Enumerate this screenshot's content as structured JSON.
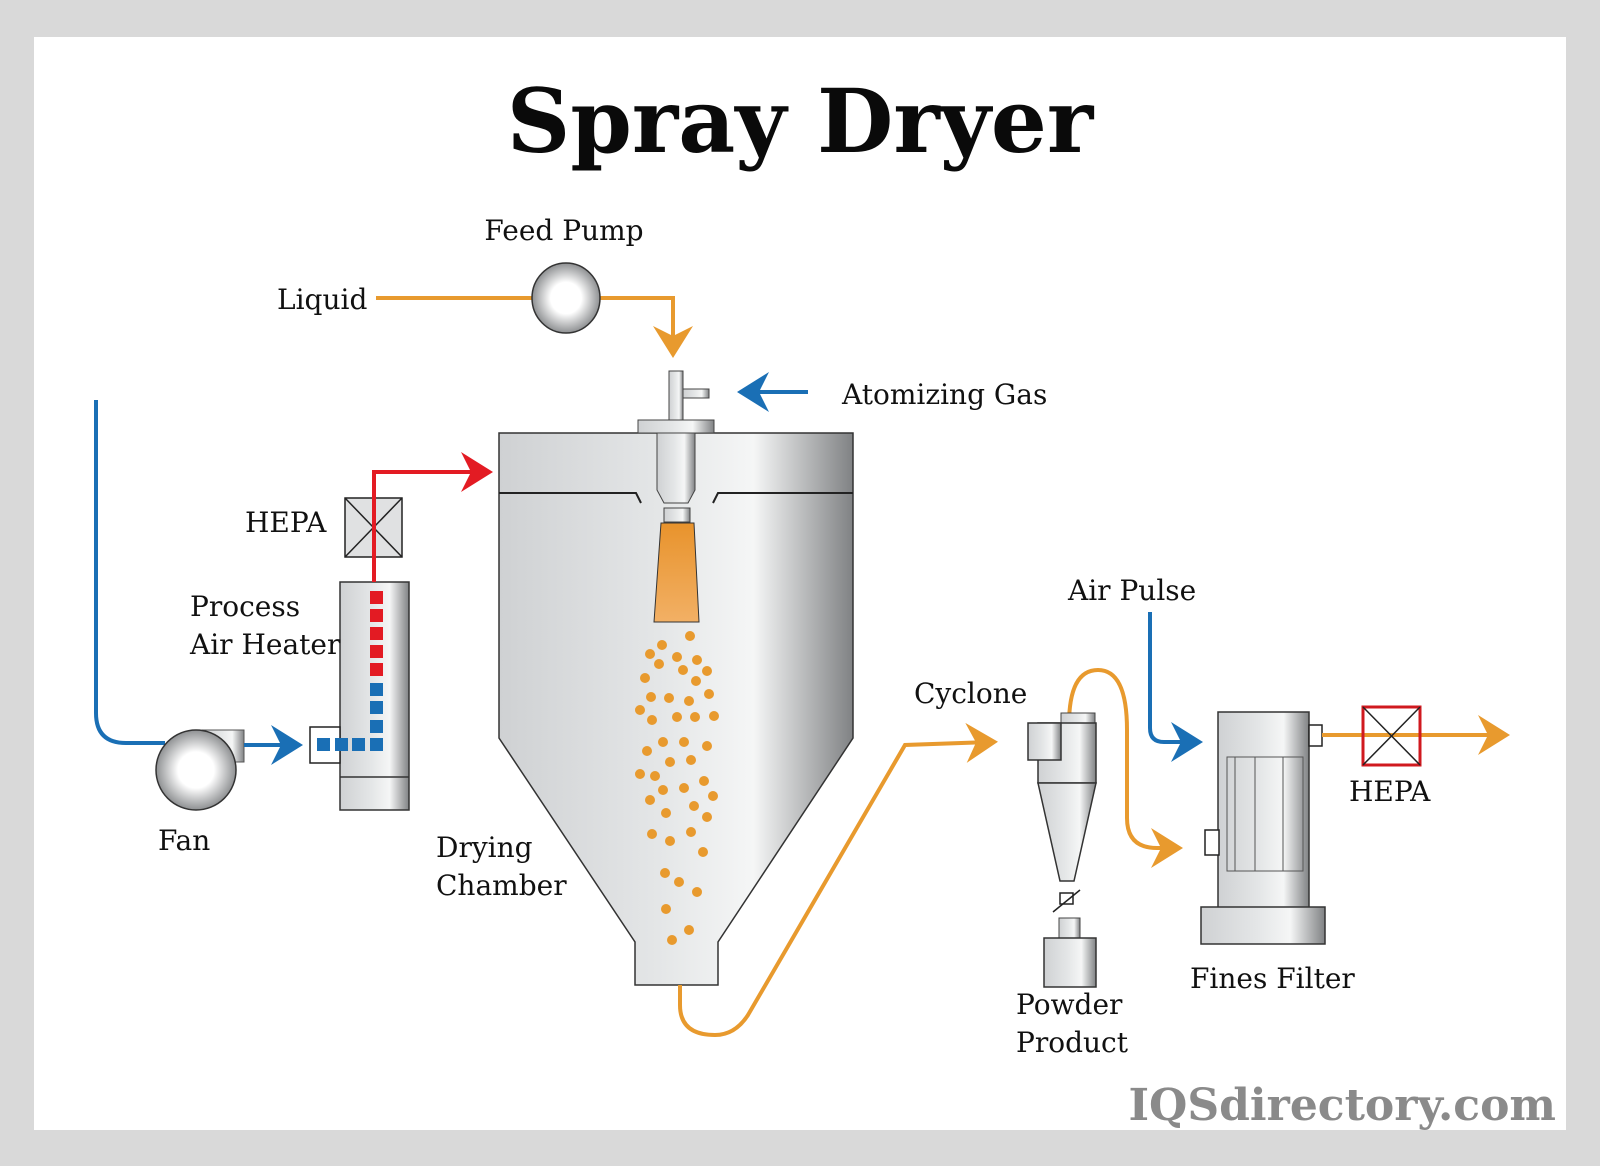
{
  "title": "Spray Dryer",
  "watermark": "IQSdirectory.com",
  "labels": {
    "feed_pump": "Feed Pump",
    "liquid": "Liquid",
    "atomizing_gas": "Atomizing Gas",
    "hepa_inlet": "HEPA",
    "process_air_heater_line1": "Process",
    "process_air_heater_line2": "Air Heater",
    "fan": "Fan",
    "drying_chamber_line1": "Drying",
    "drying_chamber_line2": "Chamber",
    "cyclone": "Cyclone",
    "air_pulse": "Air Pulse",
    "hepa_outlet": "HEPA",
    "powder_product_line1": "Powder",
    "powder_product_line2": "Product",
    "fines_filter": "Fines Filter"
  },
  "colors": {
    "liquid_flow": "#e89a2e",
    "cold_air": "#1a6fb5",
    "hot_air": "#e31b23",
    "hepa_outlet_frame": "#d0191f",
    "equipment": "#d4d6d8",
    "watermark": "#8a8a8a"
  },
  "heater_elements": {
    "hot_count": 5,
    "cold_count": 7
  }
}
